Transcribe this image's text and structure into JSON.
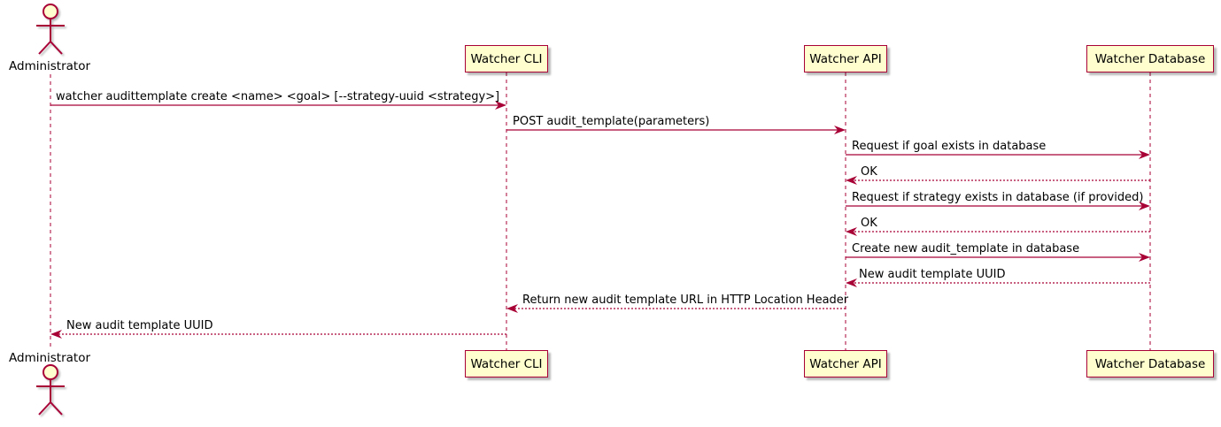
{
  "diagram": {
    "kind": "sequence-diagram",
    "colors": {
      "participant_fill": "#FEFECE",
      "border": "#A80036",
      "arrow": "#A80036",
      "text": "#000000",
      "background": "#FFFFFF"
    },
    "actor": {
      "label": "Administrator"
    },
    "participants": [
      {
        "label": "Watcher CLI"
      },
      {
        "label": "Watcher API"
      },
      {
        "label": "Watcher Database"
      }
    ],
    "messages": [
      {
        "from": "Administrator",
        "to": "Watcher CLI",
        "line": "solid",
        "text": "watcher audittemplate create <name> <goal> [--strategy-uuid <strategy>]"
      },
      {
        "from": "Watcher CLI",
        "to": "Watcher API",
        "line": "solid",
        "text": "POST audit_template(parameters)"
      },
      {
        "from": "Watcher API",
        "to": "Watcher Database",
        "line": "solid",
        "text": "Request if goal exists in database"
      },
      {
        "from": "Watcher Database",
        "to": "Watcher API",
        "line": "dotted",
        "text": "OK"
      },
      {
        "from": "Watcher API",
        "to": "Watcher Database",
        "line": "solid",
        "text": "Request if strategy exists in database (if provided)"
      },
      {
        "from": "Watcher Database",
        "to": "Watcher API",
        "line": "dotted",
        "text": "OK"
      },
      {
        "from": "Watcher API",
        "to": "Watcher Database",
        "line": "solid",
        "text": "Create new audit_template in database"
      },
      {
        "from": "Watcher Database",
        "to": "Watcher API",
        "line": "dotted",
        "text": "New audit template UUID"
      },
      {
        "from": "Watcher API",
        "to": "Watcher CLI",
        "line": "dotted",
        "text": "Return new audit template URL in HTTP Location Header"
      },
      {
        "from": "Watcher CLI",
        "to": "Administrator",
        "line": "dotted",
        "text": "New audit template UUID"
      }
    ]
  }
}
